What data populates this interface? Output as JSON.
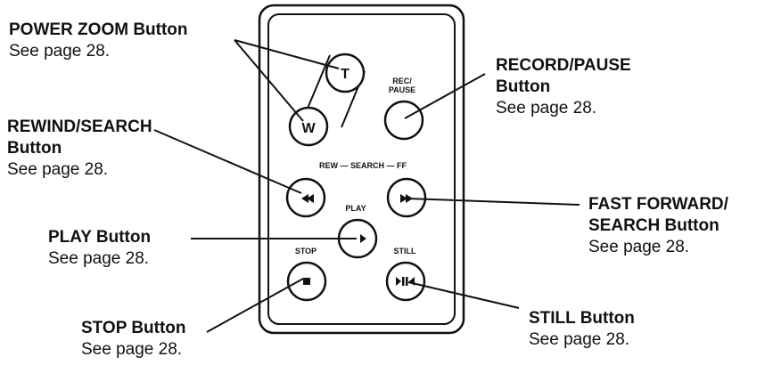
{
  "callouts": {
    "power_zoom": {
      "title": "POWER ZOOM Button",
      "ref": "See page 28."
    },
    "rewind_search": {
      "title_line1": "REWIND/SEARCH",
      "title_line2": "Button",
      "ref": "See page 28."
    },
    "play": {
      "title": "PLAY Button",
      "ref": "See page 28."
    },
    "stop": {
      "title": "STOP Button",
      "ref": "See page 28."
    },
    "record_pause": {
      "title_line1": "RECORD/PAUSE",
      "title_line2": "Button",
      "ref": "See page 28."
    },
    "fast_forward": {
      "title_line1": "FAST FORWARD/",
      "title_line2": "SEARCH Button",
      "ref": "See page 28."
    },
    "still": {
      "title": "STILL Button",
      "ref": "See page 28."
    }
  },
  "remote": {
    "zoom_tele": "T",
    "zoom_wide": "W",
    "rec_pause_line1": "REC/",
    "rec_pause_line2": "PAUSE",
    "search_bar": "REW — SEARCH — FF",
    "play_label": "PLAY",
    "stop_label": "STOP",
    "still_label": "STILL"
  }
}
